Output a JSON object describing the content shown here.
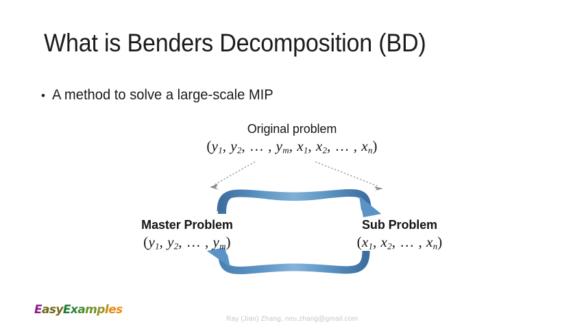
{
  "slide": {
    "title": "What is Benders Decomposition (BD)",
    "bullets": [
      {
        "marker": "•",
        "text": "A method to solve a large-scale  MIP"
      }
    ],
    "footer_credit": "Ray (Jian) Zhang, neu.zhang@gmail.com"
  },
  "diagram": {
    "original": {
      "label": "Original problem",
      "formula_parts": {
        "open": "(",
        "v1": "y",
        "s1": "1",
        "v2": "y",
        "s2": "2",
        "dots1": ", … , ",
        "v3": "y",
        "s3": "m",
        "v4": "x",
        "s4": "1",
        "v5": "x",
        "s5": "2",
        "dots2": ", … , ",
        "v6": "x",
        "s6": "n",
        "close": ")"
      },
      "formula_text": "(y₁, y₂, … , yₘ, x₁, x₂, … , xₙ)"
    },
    "master": {
      "label": "Master Problem",
      "formula_parts": {
        "open": "(",
        "v1": "y",
        "s1": "1",
        "v2": "y",
        "s2": "2",
        "dots1": ", … , ",
        "v3": "y",
        "s3": "m",
        "close": ")"
      },
      "formula_text": "(y₁, y₂, … , yₘ)"
    },
    "sub": {
      "label": "Sub Problem",
      "formula_parts": {
        "open": "(",
        "v1": "x",
        "s1": "1",
        "v2": "x",
        "s2": "2",
        "dots1": ", … , ",
        "v3": "x",
        "s3": "n",
        "close": ")"
      },
      "formula_text": "(x₁, x₂, … , xₙ)"
    },
    "arrows": {
      "top_arc_name": "master-to-sub-arrow",
      "bottom_arc_name": "sub-to-master-arrow",
      "split_left_name": "original-to-master-dotted-arrow",
      "split_right_name": "original-to-sub-dotted-arrow"
    },
    "colors": {
      "arrow_blue": "#4a81b4",
      "arrow_blue_dark": "#3b6d9c",
      "arrow_blue_light": "#6ea4d2",
      "dotted_gray": "#9a9a9a"
    }
  },
  "logo": {
    "letters": [
      {
        "ch": "E",
        "color": "#8a1d8a"
      },
      {
        "ch": "a",
        "color": "#6e6a16"
      },
      {
        "ch": "s",
        "color": "#6e6a16"
      },
      {
        "ch": "y",
        "color": "#6e6a16"
      },
      {
        "ch": "E",
        "color": "#1f7a3a"
      },
      {
        "ch": "x",
        "color": "#2f8040"
      },
      {
        "ch": "a",
        "color": "#4a8a33"
      },
      {
        "ch": "m",
        "color": "#6d9129"
      },
      {
        "ch": "p",
        "color": "#96931f"
      },
      {
        "ch": "l",
        "color": "#c28a18"
      },
      {
        "ch": "e",
        "color": "#e08a14"
      },
      {
        "ch": "s",
        "color": "#ef8b12"
      }
    ],
    "text": "EasyExamples"
  }
}
